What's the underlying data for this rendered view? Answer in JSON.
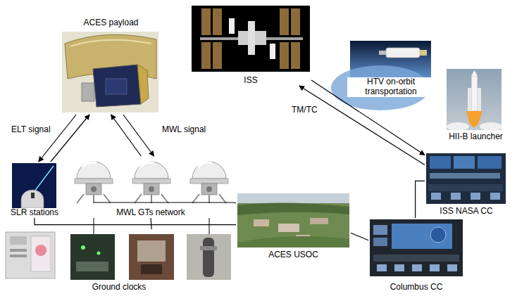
{
  "diagram": {
    "nodes": [
      {
        "text": [
          "ACES payload"
        ]
      },
      {
        "text": [
          "ISS"
        ]
      },
      {
        "text": [
          "HTV on-orbit transportation"
        ]
      },
      {
        "text": [
          "HII-B launcher"
        ]
      },
      {
        "text": [
          "SLR stations"
        ]
      },
      {
        "text": [
          "MWL GTs network"
        ]
      },
      {
        "text": [
          "ISS NASA CC"
        ]
      },
      {
        "text": [
          "ACES USOC"
        ]
      },
      {
        "text": [
          "Columbus CC"
        ]
      },
      {
        "text": [
          "Ground clocks"
        ]
      }
    ],
    "edges": [
      {
        "from": 0,
        "to": 4,
        "arrow": "to",
        "label": "ELT signal"
      },
      {
        "from": 4,
        "to": 0,
        "arrow": "to"
      },
      {
        "from": 0,
        "to": 5,
        "arrow": "to",
        "label": "MWL signal"
      },
      {
        "from": 5,
        "to": 0,
        "arrow": "to"
      },
      {
        "from": 1,
        "to": 6,
        "arrow": "to",
        "label": "TM/TC"
      },
      {
        "from": 6,
        "to": 1,
        "arrow": "to"
      },
      {
        "from": 6,
        "to": 8,
        "arrow": "none"
      },
      {
        "from": 7,
        "to": 8,
        "arrow": "none"
      },
      {
        "from": 4,
        "to": 7,
        "arrow": "none"
      },
      {
        "from": 5,
        "to": 7,
        "arrow": "none"
      },
      {
        "from": 9,
        "to": 5,
        "arrow": "none"
      }
    ]
  }
}
